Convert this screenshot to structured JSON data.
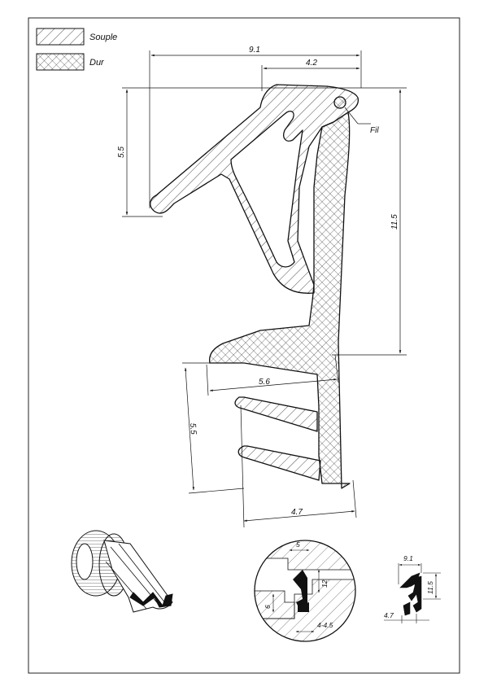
{
  "legend": {
    "soft_label": "Souple",
    "hard_label": "Dur"
  },
  "main_drawing": {
    "dim_top_width": "9.1",
    "dim_top_inner": "4.2",
    "dim_left_height": "5.5",
    "dim_right_height": "11.5",
    "wire_label": "Fil",
    "dim_mid_width": "5.6",
    "dim_lower_height": "5.5",
    "dim_bottom_width": "4.7"
  },
  "detail": {
    "dim_top": "5",
    "dim_right": "12",
    "dim_left": "6",
    "dim_bottom": "4-4.5"
  },
  "mini": {
    "dim_width": "9.1",
    "dim_height": "11.5",
    "dim_bottom": "4.7"
  },
  "colors": {
    "line": "#111111",
    "paper": "#ffffff",
    "hatch": "#222222"
  }
}
